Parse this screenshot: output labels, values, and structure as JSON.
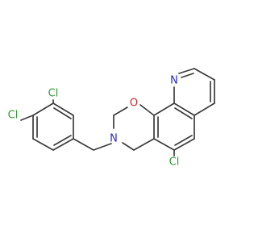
{
  "molecule": {
    "atom_labels": [
      {
        "id": "cl_top",
        "text": "Cl",
        "color": "#2f9a2f"
      },
      {
        "id": "cl_left",
        "text": "Cl",
        "color": "#2f9a2f"
      },
      {
        "id": "cl_bottom",
        "text": "Cl",
        "color": "#2f9a2f"
      },
      {
        "id": "n_ring",
        "text": "N",
        "color": "#2828d8"
      },
      {
        "id": "n_amine",
        "text": "N",
        "color": "#2828d8"
      },
      {
        "id": "o_ring",
        "text": "O",
        "color": "#e02020"
      }
    ],
    "bond_color": "#3c3c3c"
  }
}
